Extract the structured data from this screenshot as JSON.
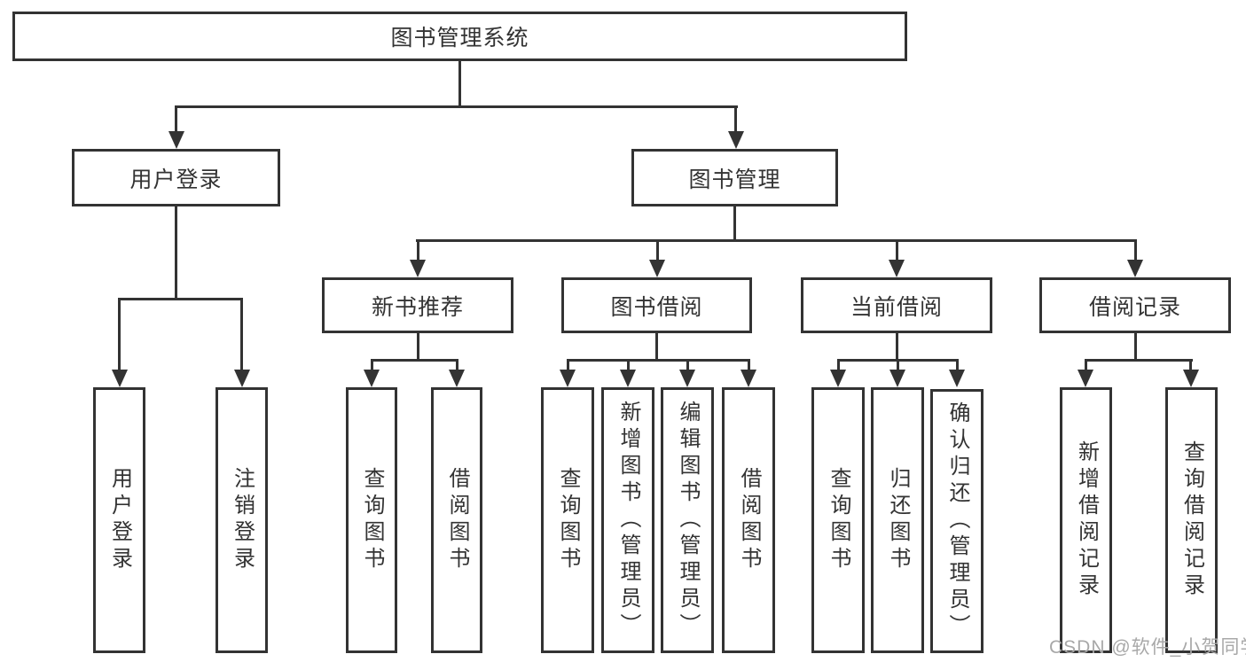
{
  "diagram": {
    "root": {
      "label": "图书管理系统"
    },
    "level2": [
      {
        "id": "user-login",
        "label": "用户登录"
      },
      {
        "id": "book-management",
        "label": "图书管理"
      }
    ],
    "level3": [
      {
        "id": "new-book-recommend",
        "label": "新书推荐",
        "parent": "book-management"
      },
      {
        "id": "book-borrowing",
        "label": "图书借阅",
        "parent": "book-management"
      },
      {
        "id": "current-borrowing",
        "label": "当前借阅",
        "parent": "book-management"
      },
      {
        "id": "borrowing-records",
        "label": "借阅记录",
        "parent": "book-management"
      }
    ],
    "leaves": [
      {
        "id": "user-login-leaf",
        "label": "用户登录",
        "parent": "user-login"
      },
      {
        "id": "logout",
        "label": "注销登录",
        "parent": "user-login"
      },
      {
        "id": "query-books-1",
        "label": "查询图书",
        "parent": "new-book-recommend"
      },
      {
        "id": "borrow-books-1",
        "label": "借阅图书",
        "parent": "new-book-recommend"
      },
      {
        "id": "query-books-2",
        "label": "查询图书",
        "parent": "book-borrowing"
      },
      {
        "id": "add-books-admin",
        "label": "新增图书（管理员）",
        "parent": "book-borrowing"
      },
      {
        "id": "edit-books-admin",
        "label": "编辑图书（管理员）",
        "parent": "book-borrowing"
      },
      {
        "id": "borrow-books-2",
        "label": "借阅图书",
        "parent": "book-borrowing"
      },
      {
        "id": "query-books-3",
        "label": "查询图书",
        "parent": "current-borrowing"
      },
      {
        "id": "return-books",
        "label": "归还图书",
        "parent": "current-borrowing"
      },
      {
        "id": "confirm-return-admin",
        "label": "确认归还（管理员）",
        "parent": "current-borrowing"
      },
      {
        "id": "add-borrowing-record",
        "label": "新增借阅记录",
        "parent": "borrowing-records"
      },
      {
        "id": "query-borrowing-record",
        "label": "查询借阅记录",
        "parent": "borrowing-records"
      }
    ],
    "watermark": "CSDN @软件_小贺同学",
    "colors": {
      "line": "#333333",
      "box_border": "#333333",
      "box_background": "#ffffff",
      "text": "#333333",
      "watermark": "#a8a8a8"
    }
  }
}
